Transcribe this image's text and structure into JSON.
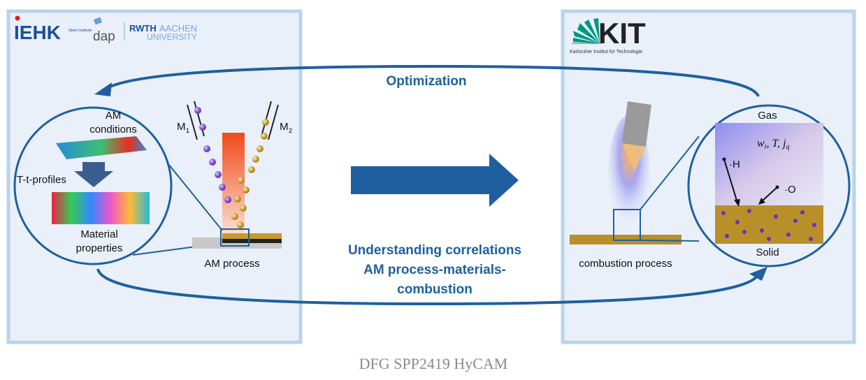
{
  "logos_left": {
    "iehk": "IEHK",
    "iehk_sub": "Steel Institute",
    "dap": "dap",
    "rwth": "RWTH",
    "aachen": "AACHEN",
    "university": "UNIVERSITY"
  },
  "logo_right": {
    "kit": "KIT",
    "kit_sub": "Karlsruher Institut für Technologie"
  },
  "left": {
    "am_conditions_1": "AM",
    "am_conditions_2": "conditions",
    "tt_profiles": "T-t-profiles",
    "material_1": "Material",
    "material_2": "properties",
    "m1": "M",
    "m1_sub": "1",
    "m2": "M",
    "m2_sub": "2",
    "am_process": "AM process"
  },
  "right": {
    "gas": "Gas",
    "vars": "w",
    "vars_rest": ", T, j",
    "vars_i": "i",
    "vars_q": "q",
    "h": "·H",
    "o": "·O",
    "solid": "Solid",
    "combustion_process": "combustion process"
  },
  "center": {
    "optimization": "Optimization",
    "understanding_1": "Understanding correlations",
    "understanding_2": "AM process-materials-",
    "understanding_3": "combustion"
  },
  "caption": "DFG SPP2419 HyCAM",
  "colors": {
    "accent": "#1f5fa0",
    "panel": "#e9f0f9",
    "panel_border": "#b8d4ec",
    "kit_green": "#009682"
  }
}
